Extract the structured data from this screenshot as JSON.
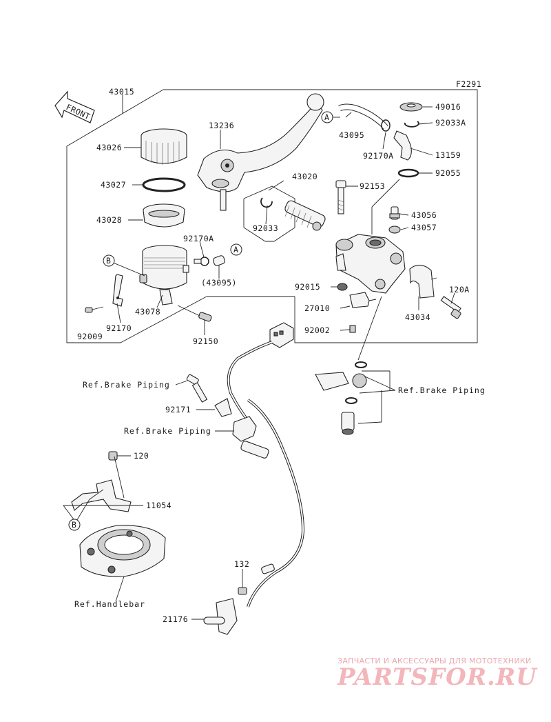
{
  "diagram_code": "F2291",
  "front_arrow": "FRONT",
  "callouts": {
    "A": "A",
    "B": "B"
  },
  "labels": {
    "p43015": "43015",
    "p13236": "13236",
    "p43026": "43026",
    "p43027": "43027",
    "p43028": "43028",
    "p92170A_left": "92170A",
    "p43095_paren": "(43095)",
    "p43078": "43078",
    "p92009": "92009",
    "p92170": "92170",
    "p92150": "92150",
    "p43020": "43020",
    "p92033": "92033",
    "p92153": "92153",
    "p43056": "43056",
    "p43057": "43057",
    "p92015": "92015",
    "p27010": "27010",
    "p92002": "92002",
    "p43034": "43034",
    "p120A": "120A",
    "p43095": "43095",
    "p49016": "49016",
    "p92033A": "92033A",
    "p92170A_right": "92170A",
    "p13159": "13159",
    "p92055": "92055",
    "p92171": "92171",
    "p120": "120",
    "p11054": "11054",
    "p132": "132",
    "p21176": "21176"
  },
  "refs": {
    "brake_piping_1": "Ref.Brake Piping",
    "brake_piping_2": "Ref.Brake Piping",
    "brake_piping_3": "Ref.Brake Piping",
    "handlebar": "Ref.Handlebar"
  },
  "watermark": {
    "tagline": "ЗАПЧАСТИ И АКСЕССУАРЫ ДЛЯ МОТОТЕХНИКИ",
    "logo": "PARTSFOR.RU"
  }
}
